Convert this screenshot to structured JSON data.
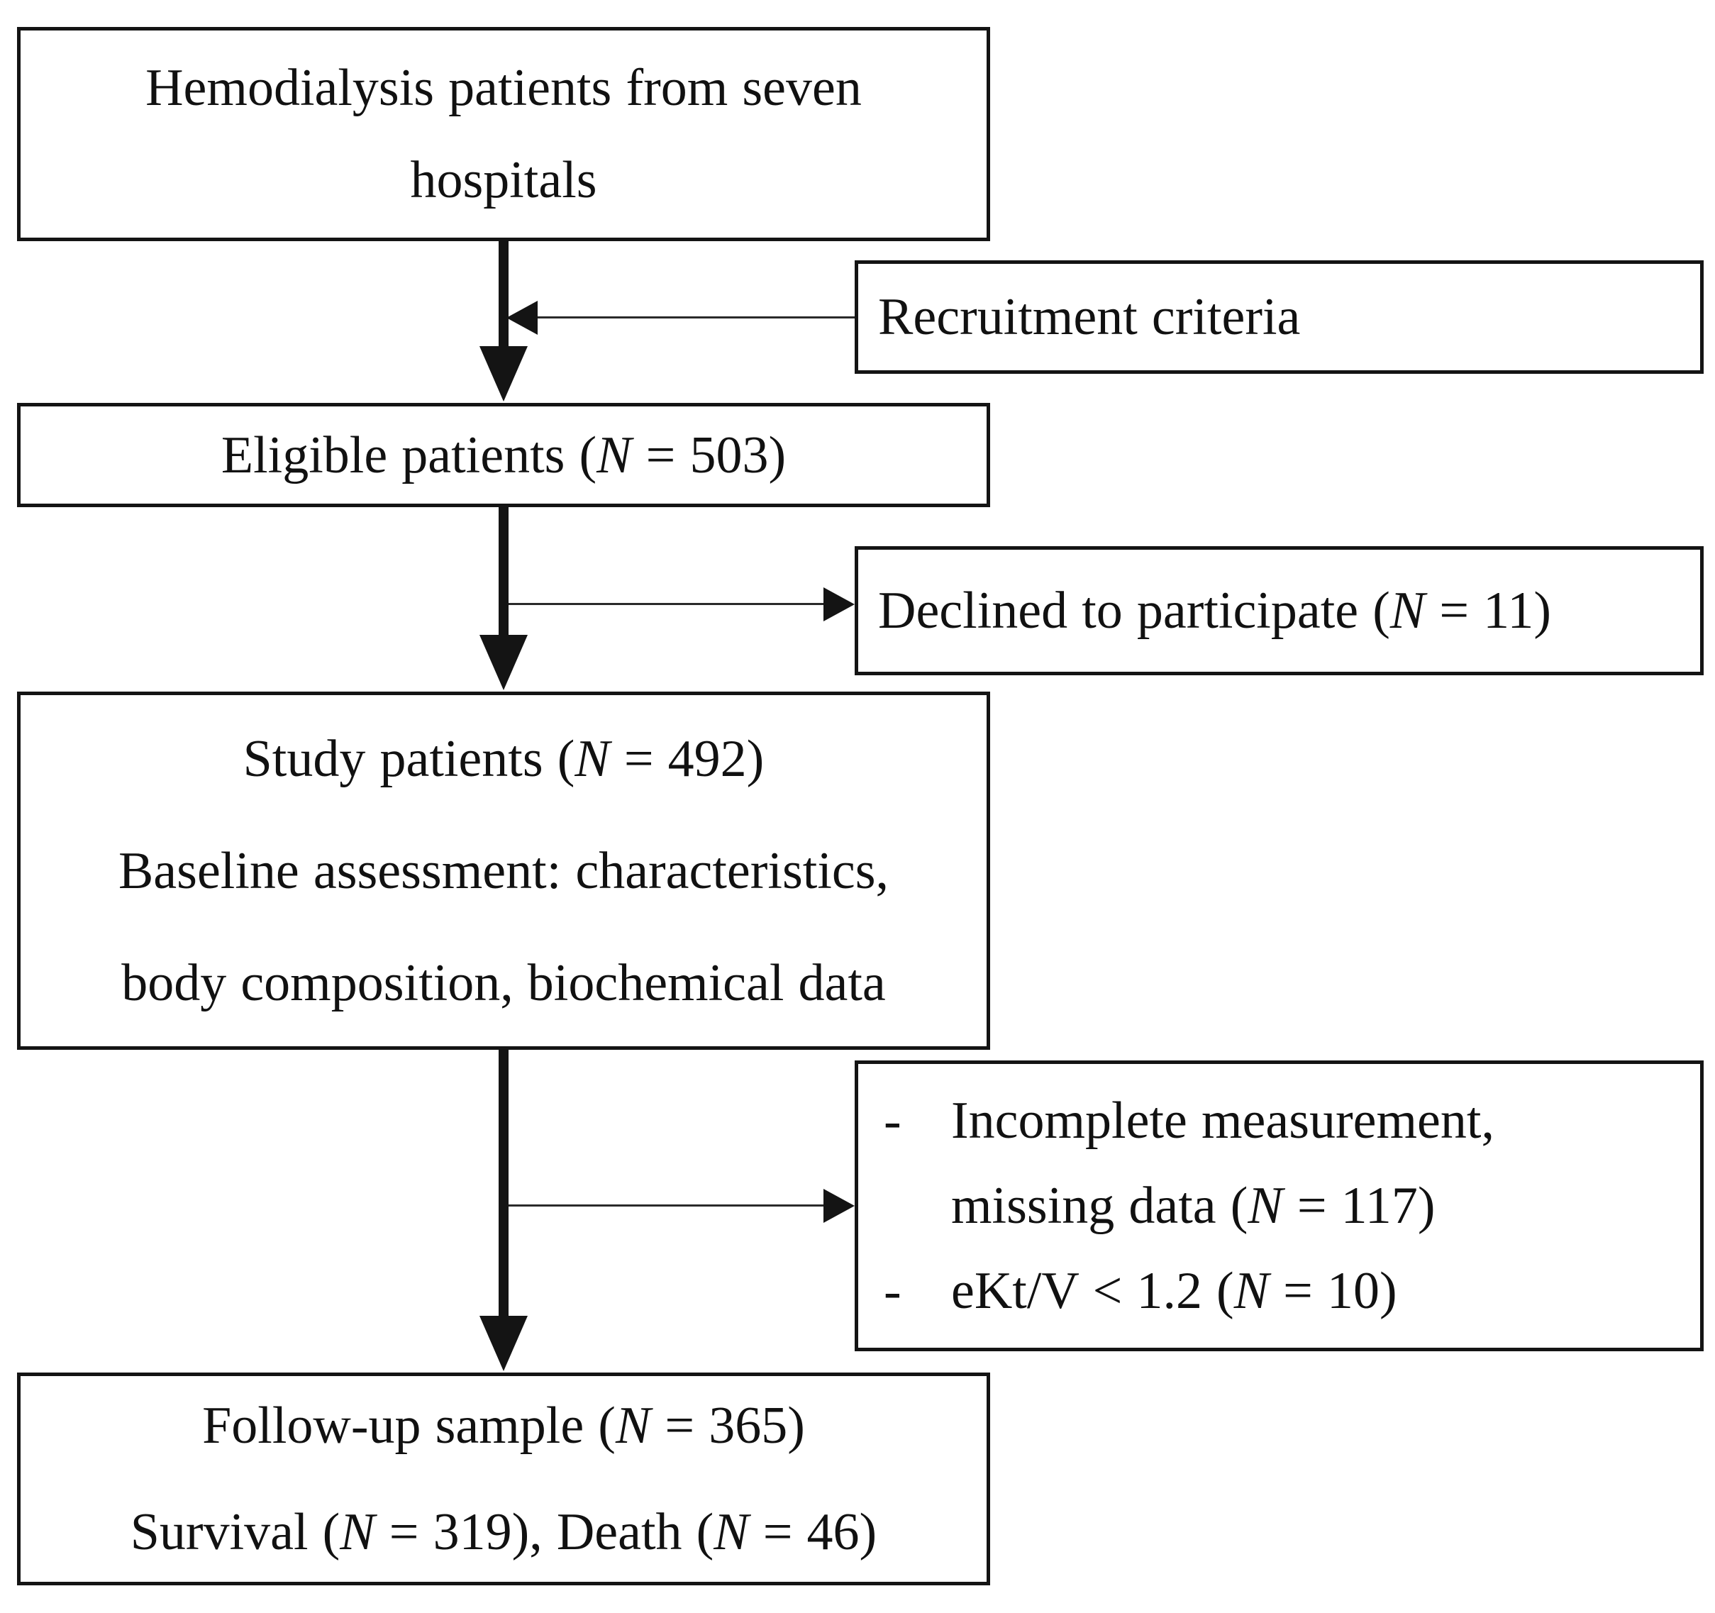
{
  "colors": {
    "background": "#ffffff",
    "line": "#141414",
    "text": "#111111"
  },
  "boxes": {
    "source": {
      "lines": [
        {
          "seg": [
            {
              "t": "Hemodialysis patients from seven"
            }
          ]
        },
        {
          "seg": [
            {
              "t": "hospitals"
            }
          ]
        }
      ]
    },
    "recruitment": {
      "lines": [
        {
          "seg": [
            {
              "t": "Recruitment criteria"
            }
          ]
        }
      ]
    },
    "eligible": {
      "lines": [
        {
          "seg": [
            {
              "t": "Eligible patients ("
            },
            {
              "t": "N",
              "i": 1
            },
            {
              "t": " = 503)"
            }
          ]
        }
      ]
    },
    "declined": {
      "lines": [
        {
          "seg": [
            {
              "t": "Declined to participate ("
            },
            {
              "t": "N",
              "i": 1
            },
            {
              "t": " = 11)"
            }
          ]
        }
      ]
    },
    "study": {
      "lines": [
        {
          "seg": [
            {
              "t": "Study patients ("
            },
            {
              "t": "N",
              "i": 1
            },
            {
              "t": " = 492)"
            }
          ]
        },
        {
          "seg": [
            {
              "t": "Baseline assessment: characteristics,"
            }
          ]
        },
        {
          "seg": [
            {
              "t": "body composition, biochemical data"
            }
          ]
        }
      ]
    },
    "exclusions": {
      "lines": [
        {
          "dash": "-",
          "seg": [
            {
              "t": "Incomplete measurement,"
            }
          ]
        },
        {
          "dash": "",
          "seg": [
            {
              "t": "missing data ("
            },
            {
              "t": "N",
              "i": 1
            },
            {
              "t": " = 117)"
            }
          ]
        },
        {
          "dash": "-",
          "seg": [
            {
              "t": "eKt/V < 1.2 ("
            },
            {
              "t": "N",
              "i": 1
            },
            {
              "t": " = 10)"
            }
          ]
        }
      ]
    },
    "followup": {
      "lines": [
        {
          "seg": [
            {
              "t": "Follow-up sample ("
            },
            {
              "t": "N",
              "i": 1
            },
            {
              "t": " = 365)"
            }
          ]
        },
        {
          "seg": [
            {
              "t": "Survival ("
            },
            {
              "t": "N",
              "i": 1
            },
            {
              "t": " = 319), Death ("
            },
            {
              "t": "N",
              "i": 1
            },
            {
              "t": " = 46)"
            }
          ]
        }
      ]
    }
  }
}
